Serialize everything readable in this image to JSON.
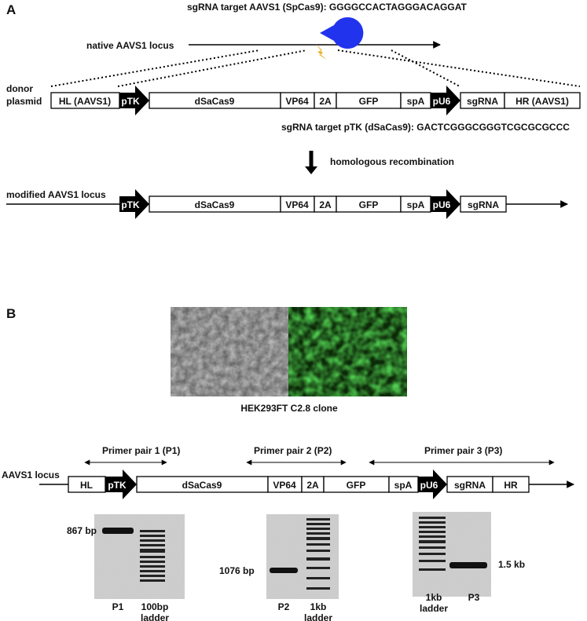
{
  "panel_a": {
    "letter": "A",
    "sgrna_top": "sgRNA target AAVS1 (SpCas9): GGGGCCACTAGGGACAGGAT",
    "native_label": "native AAVS1 locus",
    "donor_label_1": "donor",
    "donor_label_2": "plasmid",
    "sgrna_bottom": "sgRNA target pTK (dSaCas9): GACTCGGGCGGGTCGCGCGCCC",
    "recomb_label": "homologous recombination",
    "modified_label": "modified AAVS1 locus",
    "donor_segments": {
      "hl": "HL (AAVS1)",
      "ptk": "pTK",
      "dsacas9": "dSaCas9",
      "vp64": "VP64",
      "t2a": "2A",
      "gfp": "GFP",
      "spa": "spA",
      "pu6": "pU6",
      "sgrna": "sgRNA",
      "hr": "HR (AAVS1)"
    },
    "modified_segments": {
      "ptk": "pTK",
      "dsacas9": "dSaCas9",
      "vp64": "VP64",
      "t2a": "2A",
      "gfp": "GFP",
      "spa": "spA",
      "pu6": "pU6",
      "sgrna": "sgRNA"
    }
  },
  "panel_b": {
    "letter": "B",
    "clone_caption": "HEK293FT C2.8 clone",
    "primer1": "Primer pair 1 (P1)",
    "primer2": "Primer pair 2 (P2)",
    "primer3": "Primer pair 3 (P3)",
    "locus_label": "AAVS1 locus",
    "segments": {
      "hl": "HL",
      "ptk": "pTK",
      "dsacas9": "dSaCas9",
      "vp64": "VP64",
      "t2a": "2A",
      "gfp": "GFP",
      "spa": "spA",
      "pu6": "pU6",
      "sgrna": "sgRNA",
      "hr": "HR"
    },
    "gel1": {
      "band": "867 bp",
      "lane1": "P1",
      "lane2_1": "100bp",
      "lane2_2": "ladder"
    },
    "gel2": {
      "band": "1076 bp",
      "lane1": "P2",
      "lane2_1": "1kb",
      "lane2_2": "ladder"
    },
    "gel3": {
      "band": "1.5 kb",
      "lane1_1": "1kb",
      "lane1_2": "ladder",
      "lane2": "P3"
    }
  }
}
